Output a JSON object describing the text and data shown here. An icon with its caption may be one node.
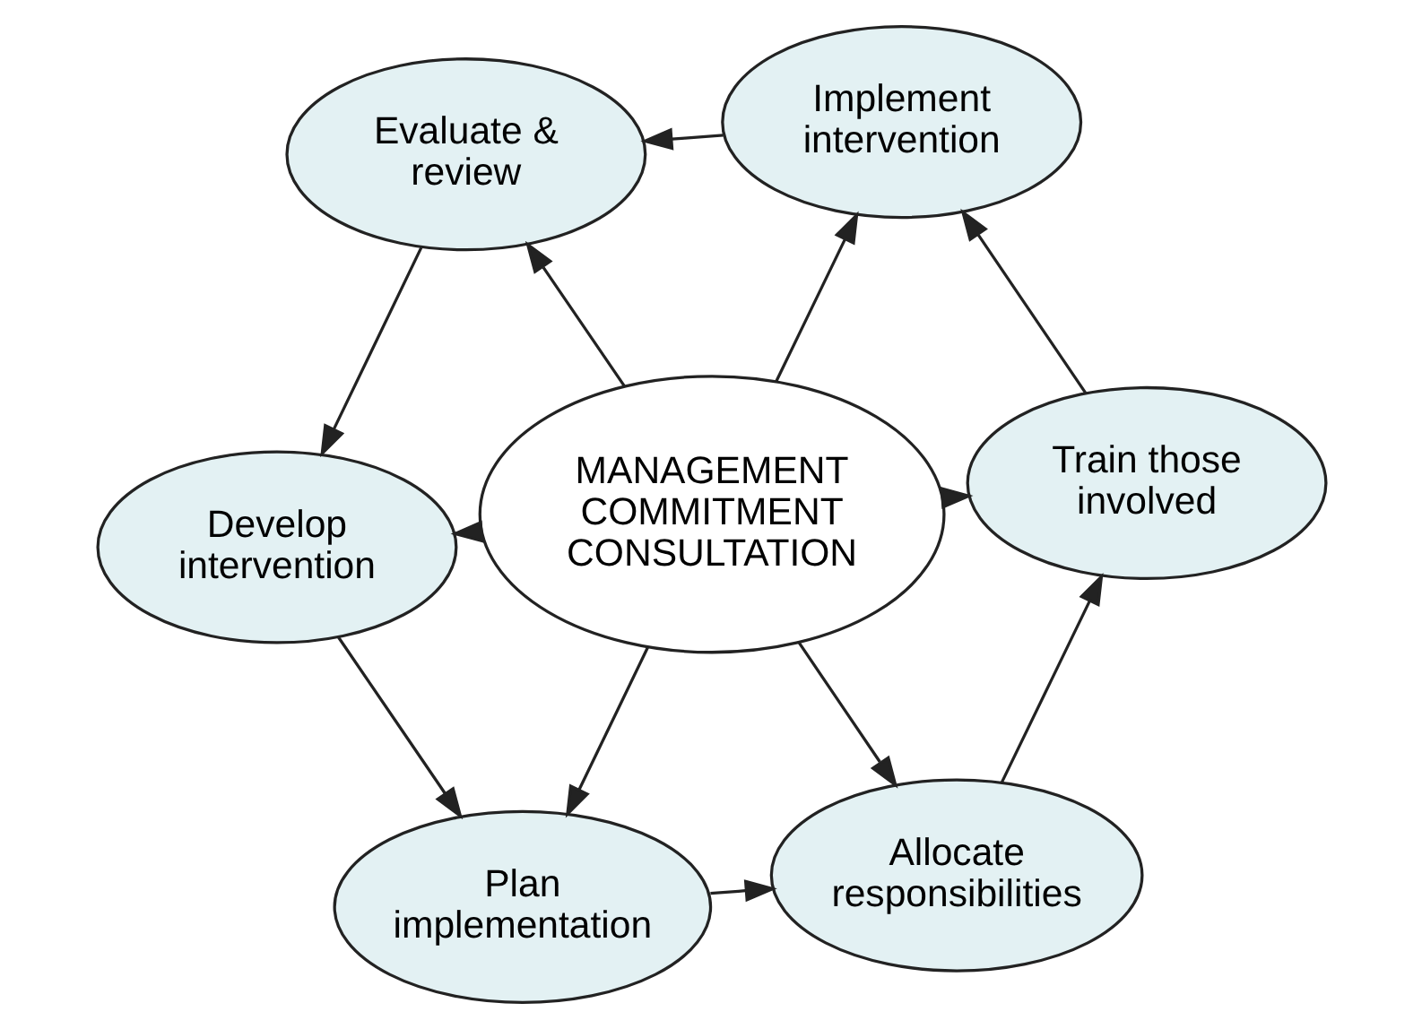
{
  "diagram": {
    "nodes": [
      {
        "text": [
          "Develop intervention"
        ]
      },
      {
        "text": [
          "Plan implementation"
        ]
      },
      {
        "text": [
          "Allocate responsibilities"
        ]
      },
      {
        "text": [
          "Train those involved"
        ]
      },
      {
        "text": [
          "Implement intervention"
        ]
      },
      {
        "text": [
          "Evaluate & review"
        ]
      },
      {
        "text": [
          "MANAGEMENT COMMITMENT CONSULTATION"
        ]
      }
    ],
    "edges": [
      {
        "from": 0,
        "to": 1,
        "arrow": "to"
      },
      {
        "from": 1,
        "to": 2,
        "arrow": "to"
      },
      {
        "from": 2,
        "to": 3,
        "arrow": "to"
      },
      {
        "from": 3,
        "to": 4,
        "arrow": "to"
      },
      {
        "from": 4,
        "to": 5,
        "arrow": "to"
      },
      {
        "from": 5,
        "to": 0,
        "arrow": "to"
      },
      {
        "from": 6,
        "to": 0,
        "arrow": "to"
      },
      {
        "from": 6,
        "to": 1,
        "arrow": "to"
      },
      {
        "from": 6,
        "to": 2,
        "arrow": "to"
      },
      {
        "from": 6,
        "to": 3,
        "arrow": "to"
      },
      {
        "from": 6,
        "to": 4,
        "arrow": "to"
      },
      {
        "from": 6,
        "to": 5,
        "arrow": "to"
      }
    ]
  }
}
